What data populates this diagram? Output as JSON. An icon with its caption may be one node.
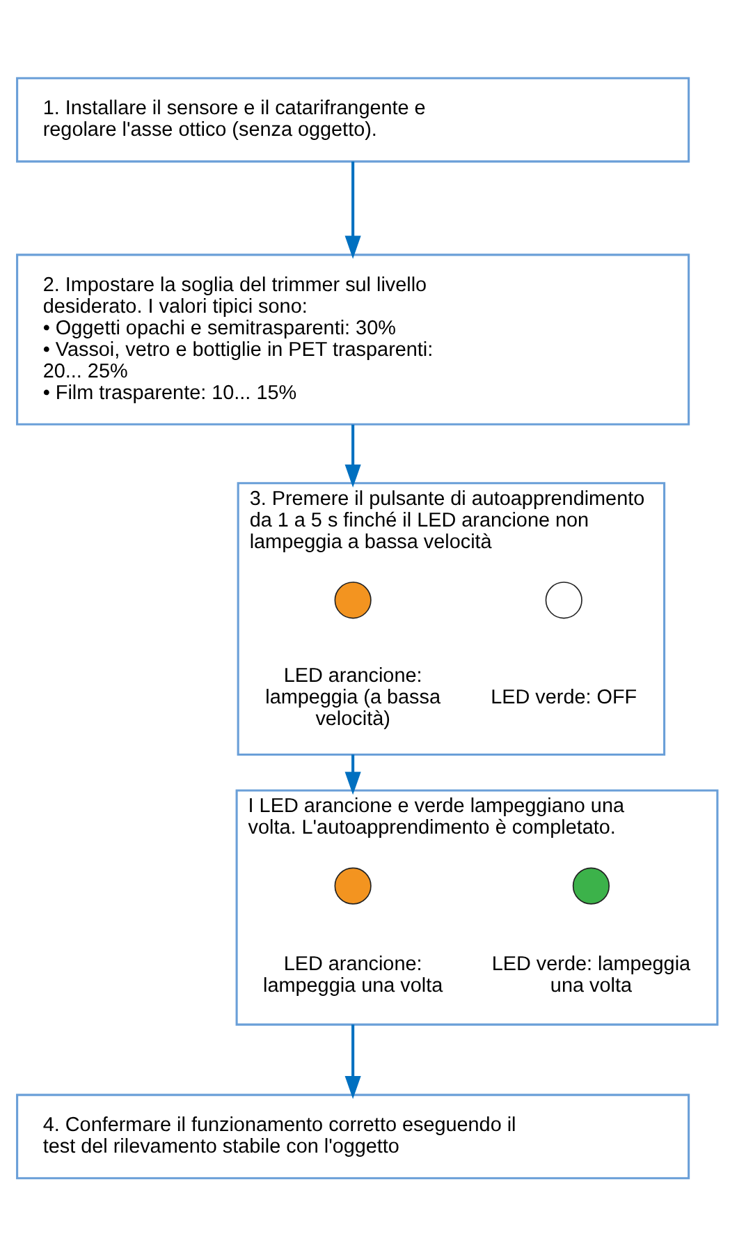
{
  "diagram": {
    "nodes": [
      {
        "text": [
          "1. Installare il sensore e il catarifrangente e regolare l'asse ottico (senza oggetto)."
        ]
      },
      {
        "text": [
          "2. Impostare la soglia del trimmer sul livello desiderato. I valori tipici sono:",
          "• Oggetti opachi e semitrasparenti: 30%",
          "• Vassoi, vetro e bottiglie in PET trasparenti: 20... 25%",
          "• Film trasparente: 10... 15%"
        ]
      },
      {
        "text": [
          "3. Premere il pulsante di autoapprendimento da 1 a 5 s finché il LED arancione non lampeggia a bassa velocità"
        ]
      },
      {
        "text": [],
        "shape": "circle",
        "in": 2,
        "beside": [
          "LED arancione: lampeggia (a bassa velocità)"
        ]
      },
      {
        "text": [],
        "shape": "circle",
        "in": 2,
        "beside": [
          "LED verde: OFF"
        ]
      },
      {
        "text": [
          "I LED arancione e verde lampeggiano una volta. L'autoapprendimento è completato."
        ]
      },
      {
        "text": [],
        "shape": "circle",
        "in": 5,
        "beside": [
          "LED arancione: lampeggia una volta"
        ]
      },
      {
        "text": [],
        "shape": "circle",
        "in": 5,
        "beside": [
          "LED verde: lampeggia una volta"
        ]
      },
      {
        "text": [
          "4. Confermare il funzionamento corretto eseguendo il test del rilevamento stabile con l'oggetto"
        ]
      }
    ],
    "edges": [
      {
        "from": 0,
        "to": 1,
        "arrow": "to"
      },
      {
        "from": 1,
        "to": 2,
        "arrow": "to"
      },
      {
        "from": 2,
        "to": 5,
        "arrow": "to"
      },
      {
        "from": 5,
        "to": 8,
        "arrow": "to"
      }
    ]
  }
}
